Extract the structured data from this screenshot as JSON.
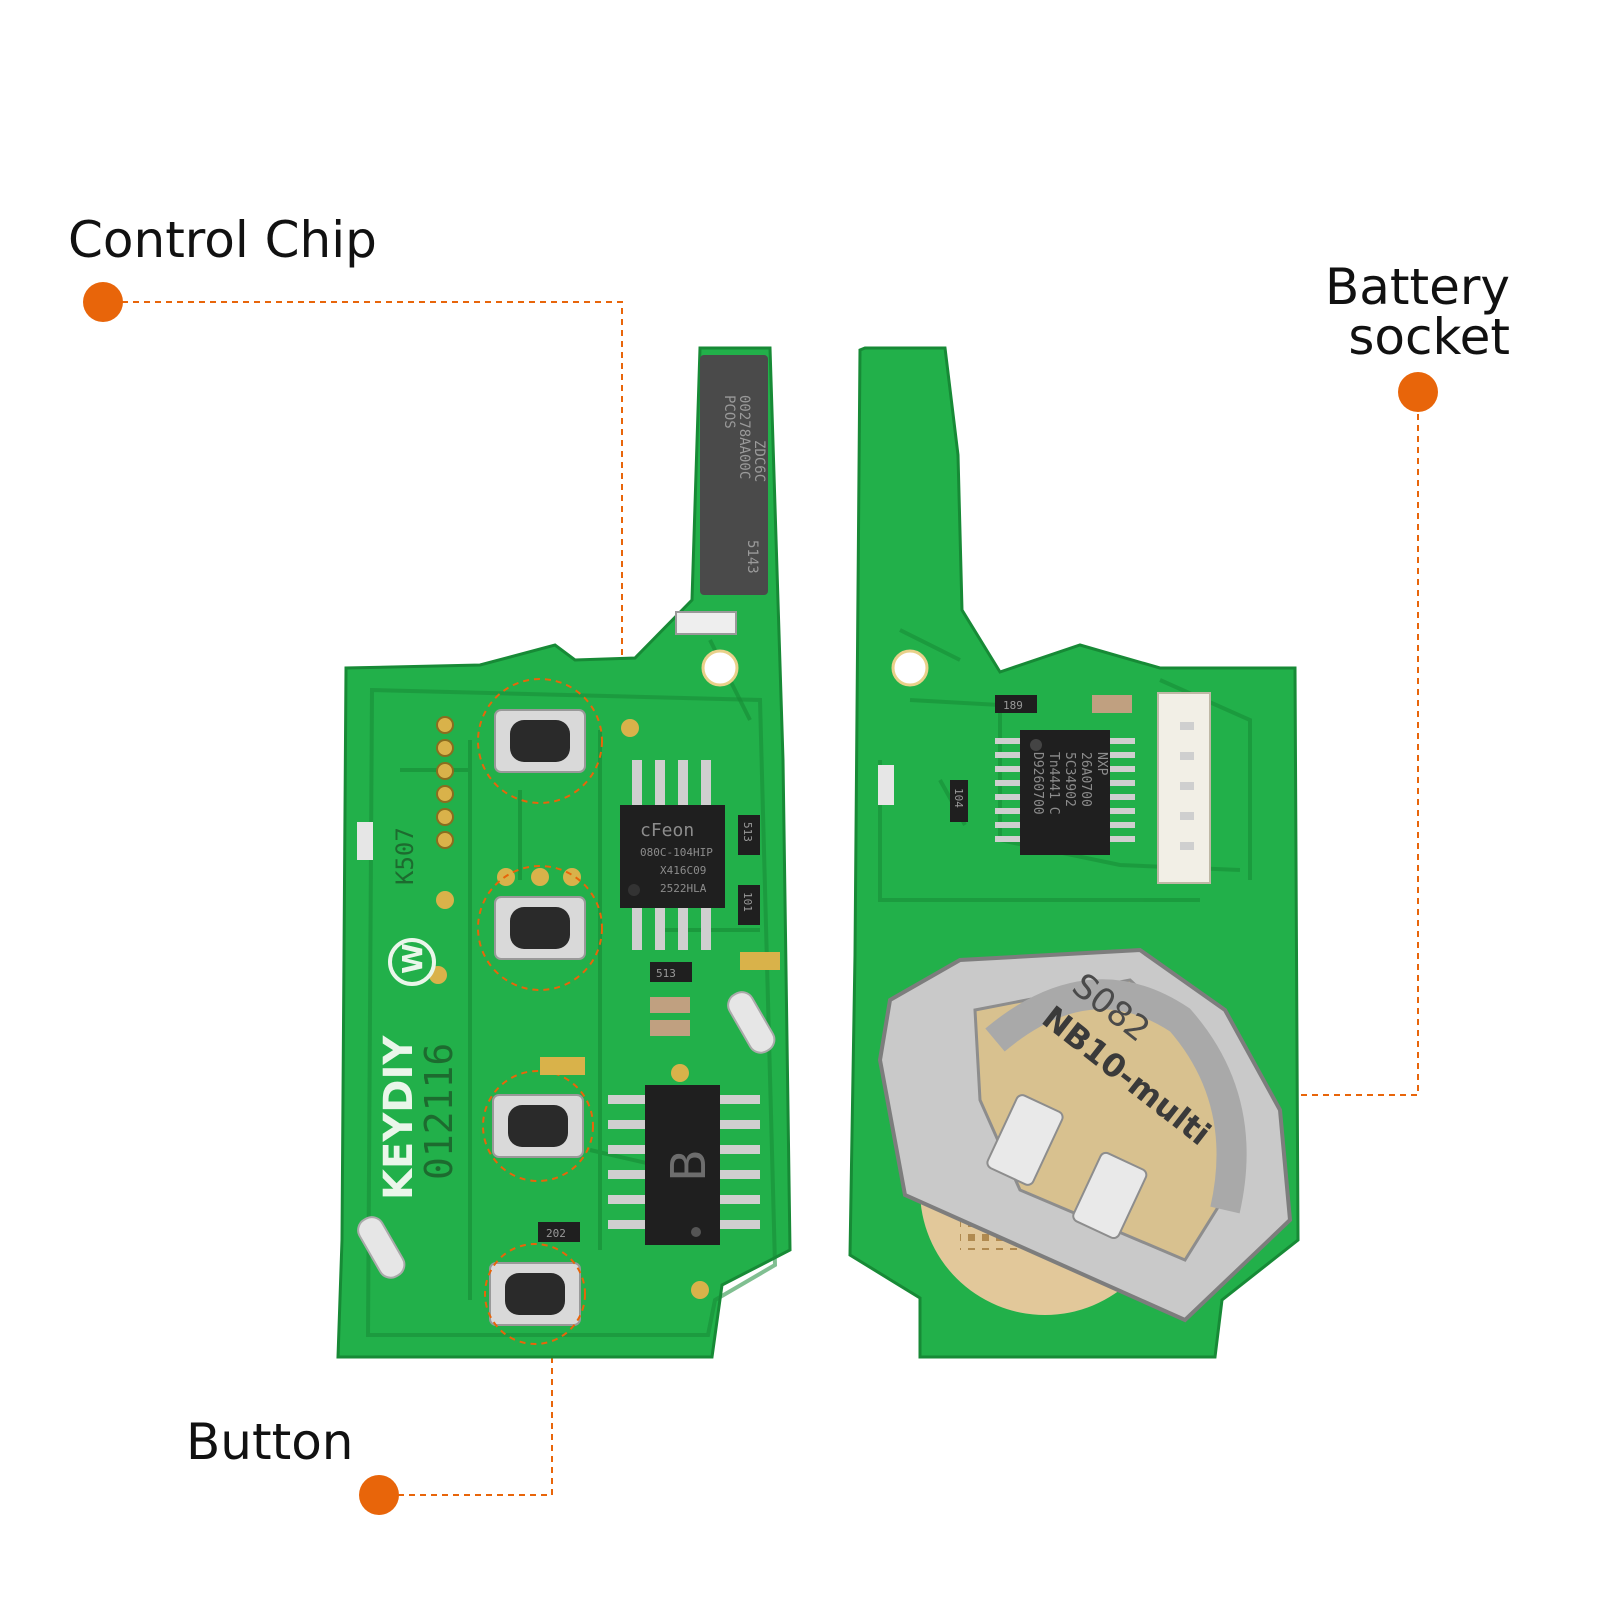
{
  "callouts": {
    "control_chip": "Control Chip",
    "battery_socket_line1": "Battery",
    "battery_socket_line2": "socket",
    "button": "Button"
  },
  "left_board": {
    "brand": "KEYDIY",
    "code": "012116",
    "model": "K507",
    "w_mark": "W",
    "flash_brand": "cFeon",
    "flash_line1": "080C-104HIP",
    "flash_line2": "X416C09",
    "flash_line3": "2522HLA",
    "ic_b_mark": "B",
    "resistor_202": "202",
    "resistor_513a": "513",
    "resistor_513b": "513",
    "resistor_101": "101",
    "coil_line1": "PCOS",
    "coil_line2": "00278AA00C",
    "coil_line3": "ZDC6C",
    "coil_line4": "5143"
  },
  "right_board": {
    "nxp_line1": "NXP",
    "nxp_line2": "26A0700",
    "nxp_line3": "5C34902",
    "nxp_line4": "Tn4441 C",
    "nxp_line5": "D9260700",
    "res_189": "189",
    "res_104": "104",
    "battery_marking_1": "NB10-multi",
    "battery_marking_2": "S082"
  },
  "colors": {
    "accent_orange": "#e8650a",
    "pcb_green": "#22b04a",
    "pcb_dark": "#178a36",
    "gold": "#d9b24a"
  }
}
